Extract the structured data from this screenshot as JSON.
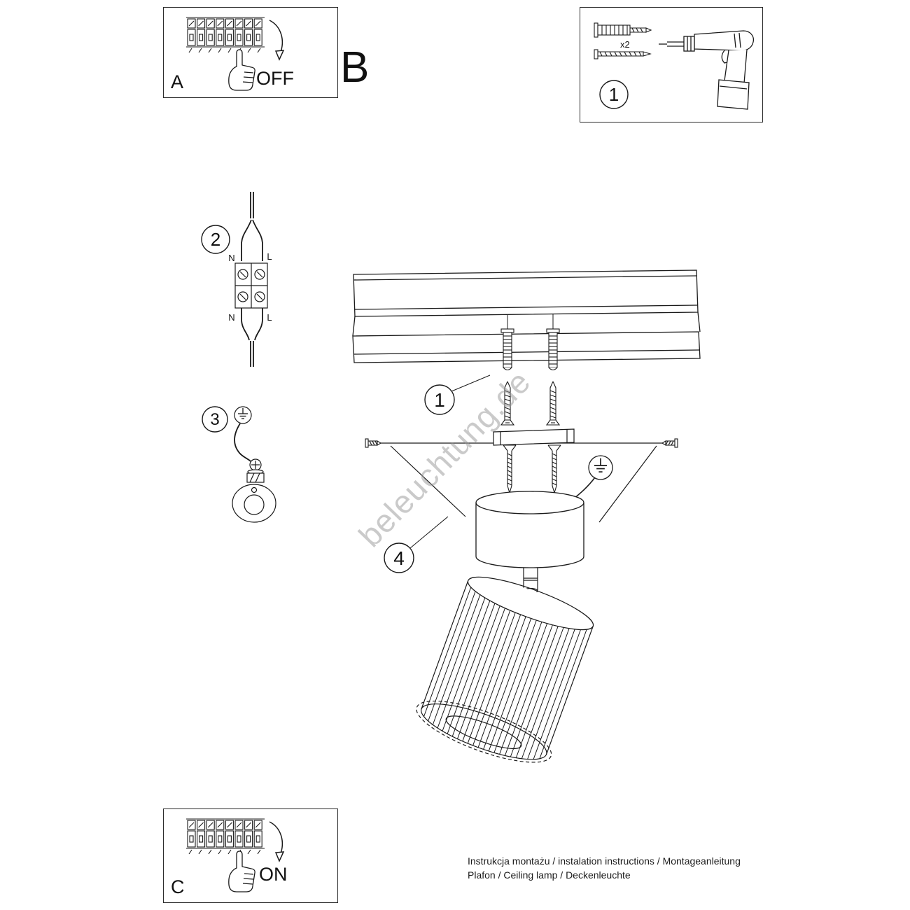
{
  "colors": {
    "line": "#1a1a1a",
    "watermark": "#969696",
    "background": "#ffffff"
  },
  "watermark": {
    "text": "beleuchtung.de"
  },
  "footer": {
    "line1": "Instrukcja montażu / instalation instructions / Montageanleitung",
    "line2": "Plafon / Ceiling lamp / Deckenleuchte"
  },
  "panels": {
    "a": {
      "label": "A",
      "action": "OFF"
    },
    "b": {
      "label": "B"
    },
    "c": {
      "label": "C",
      "action": "ON"
    }
  },
  "tools": {
    "step": "1",
    "dowel_qty": "x2"
  },
  "callouts": {
    "anchors": "1",
    "wiring": "2",
    "ground": "3",
    "canopy": "4"
  },
  "wiring_labels": {
    "n_top": "N",
    "l_top": "L",
    "n_bottom": "N",
    "l_bottom": "L"
  }
}
